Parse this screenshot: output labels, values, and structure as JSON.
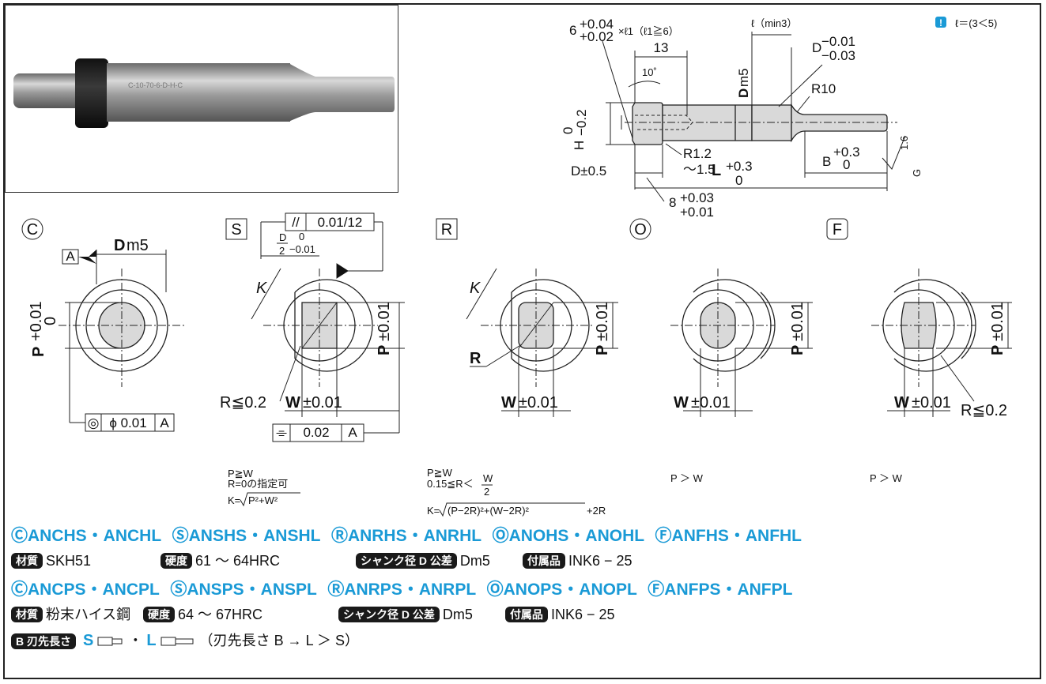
{
  "photo": {
    "engraving": "C-10-70-6-D-H-C"
  },
  "notes": {
    "ell_icon": "!",
    "ell_rule": "ℓ＝(3＜5)"
  },
  "dims": {
    "d_top": "6",
    "d_top_tol_up": "+0.04",
    "d_top_tol_lo": "+0.02",
    "d_top_suffix": "×ℓ1（ℓ1≧6）",
    "l_min": "ℓ（min3）",
    "d_tol_name": "D",
    "d_tol_up": "−0.01",
    "d_tol_lo": "−0.03",
    "len13": "13",
    "angle10": "10˚",
    "dm5_d": "D",
    "dm5_m": "m5",
    "r10": "R10",
    "h_name": "H",
    "h_up": "0",
    "h_lo": "−0.2",
    "r12": "R1.2",
    "r15": "～1.5",
    "d05": "D±0.5",
    "l_name": "L",
    "l_up": "+0.3",
    "l_lo": "0",
    "b_name": "B",
    "b_up": "+0.3",
    "b_lo": "0",
    "e8": "8",
    "e8_up": "+0.03",
    "e8_lo": "+0.01",
    "rough": "1.6",
    "g": "G"
  },
  "sections": {
    "C": {
      "letter": "C",
      "datum": "A",
      "dm5_d": "D",
      "dm5_m": "m5",
      "p_name": "P",
      "p_up": "+0.01",
      "p_lo": "0",
      "conc_sym": "◎",
      "conc_val": "ϕ 0.01",
      "conc_ref": "A"
    },
    "S": {
      "letter": "S",
      "par_sym": "//",
      "par_val": "0.01/12",
      "half_d_num": "D",
      "half_d_den": "2",
      "half_tol_up": "0",
      "half_tol_lo": "−0.01",
      "k": "K",
      "p": "P",
      "p_tol": "±0.01",
      "r": "R≦0.2",
      "w": "W",
      "w_tol": "±0.01",
      "sym_sym": "⌯",
      "sym_val": "0.02",
      "sym_ref": "A"
    },
    "R": {
      "letter": "R",
      "k": "K",
      "r": "R",
      "p": "P",
      "p_tol": "±0.01",
      "w": "W",
      "w_tol": "±0.01"
    },
    "O": {
      "letter": "O",
      "p": "P",
      "p_tol": "±0.01",
      "w": "W",
      "w_tol": "±0.01"
    },
    "F": {
      "letter": "F",
      "p": "P",
      "p_tol": "±0.01",
      "w": "W",
      "w_tol": "±0.01",
      "r": "R≦0.2"
    }
  },
  "conditions": {
    "S": {
      "l1": "P≧W",
      "l2": "R=0の指定可",
      "l3": "K=",
      "l3_sqrt": "P²+W²"
    },
    "R": {
      "l1": "P≧W",
      "l2": "0.15≦R＜",
      "l2_num": "W",
      "l2_den": "2",
      "l3": "K=",
      "l3_sqrt": "(P−2R)²+(W−2R)²",
      "l3_end": "+2R"
    },
    "O": {
      "l1": "P ＞ W"
    },
    "F": {
      "l1": "P ＞ W"
    }
  },
  "products": {
    "line1": [
      {
        "sym": "Ⓒ",
        "name": "ANCHS・ANCHL"
      },
      {
        "sym": "Ⓢ",
        "name": "ANSHS・ANSHL"
      },
      {
        "sym": "Ⓡ",
        "name": "ANRHS・ANRHL"
      },
      {
        "sym": "Ⓞ",
        "name": "ANOHS・ANOHL"
      },
      {
        "sym": "Ⓕ",
        "name": "ANFHS・ANFHL"
      }
    ],
    "spec1": {
      "mat_tag": "材質",
      "mat": "SKH51",
      "hard_tag": "硬度",
      "hard": "61 ～ 64HRC",
      "shank_tag": "シャンク径 D 公差",
      "shank": "Dm5",
      "acc_tag": "付属品",
      "acc": "INK6 − 25"
    },
    "line2": [
      {
        "sym": "Ⓒ",
        "name": "ANCPS・ANCPL"
      },
      {
        "sym": "Ⓢ",
        "name": "ANSPS・ANSPL"
      },
      {
        "sym": "Ⓡ",
        "name": "ANRPS・ANRPL"
      },
      {
        "sym": "Ⓞ",
        "name": "ANOPS・ANOPL"
      },
      {
        "sym": "Ⓕ",
        "name": "ANFPS・ANFPL"
      }
    ],
    "spec2": {
      "mat_tag": "材質",
      "mat": "粉末ハイス鋼",
      "hard_tag": "硬度",
      "hard": "64 ～ 67HRC",
      "shank_tag": "シャンク径 D 公差",
      "shank": "Dm5",
      "acc_tag": "付属品",
      "acc": "INK6 − 25"
    },
    "blade": {
      "tag": "B 刃先長さ",
      "s": "S",
      "dot": "・",
      "l": "L",
      "note": "（刃先長さ B → L ＞ S）"
    }
  },
  "colors": {
    "accent": "#1a9ad6",
    "tag_bg": "#1a1a1a",
    "section_fill": "#d9d9d9"
  }
}
